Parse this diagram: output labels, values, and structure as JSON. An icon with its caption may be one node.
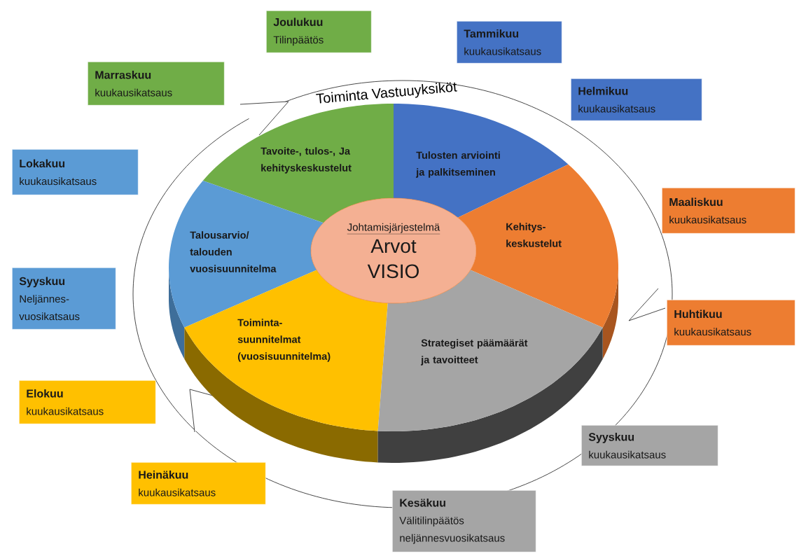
{
  "diagram": {
    "nodes": [
      {
        "text": [
          "Joulukuu",
          "Tilinpäätös"
        ]
      },
      {
        "text": [
          "Tammikuu",
          "kuukausikatsaus"
        ]
      },
      {
        "text": [
          "Marraskuu",
          "kuukausikatsaus"
        ]
      },
      {
        "text": [
          "Helmikuu",
          "kuukausikatsaus"
        ]
      },
      {
        "text": [
          "Lokakuu",
          "kuukausikatsaus"
        ]
      },
      {
        "text": [
          "Maaliskuu",
          "kuukausikatsaus"
        ]
      },
      {
        "text": [
          "Syyskuu",
          "Neljännes- vuosikatsaus"
        ]
      },
      {
        "text": [
          "Huhtikuu",
          "kuukausikatsaus"
        ]
      },
      {
        "text": [
          "Elokuu",
          "kuukausikatsaus"
        ]
      },
      {
        "text": [
          "Syyskuu",
          "kuukausikatsaus"
        ]
      },
      {
        "text": [
          "Heinäkuu",
          "kuukausikatsaus"
        ]
      },
      {
        "text": [
          "Kesäkuu",
          "Välitilinpäätös neljännesvuosikatsaus"
        ]
      },
      {
        "text": [
          "Tavoite-, tulos-, Ja kehityskeskustelut"
        ]
      },
      {
        "text": [
          "Tulosten arviointi ja palkitseminen"
        ]
      },
      {
        "text": [
          "Kehitys- keskustelut"
        ]
      },
      {
        "text": [
          "Talousarvio/ talouden vuosisuunnitelma"
        ]
      },
      {
        "text": [
          "Toiminta- suunnitelmat (vuosisuunnitelma)"
        ]
      },
      {
        "text": [
          "Strategiset päämäärät ja tavoitteet"
        ]
      },
      {
        "text": [
          "Johtamisjärjestelmä",
          "Arvot VISIO"
        ]
      }
    ],
    "labels": [
      "Toiminta  Vastuuyksiköt"
    ]
  }
}
